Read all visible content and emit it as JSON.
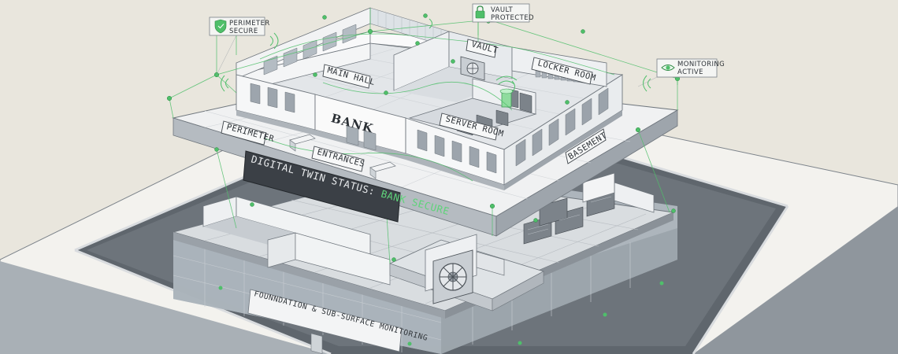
{
  "callouts": {
    "perimeter_secure": [
      "PERIMETER",
      "SECURE"
    ],
    "vault_protected": [
      "VAULT",
      "PROTECTED"
    ],
    "monitoring_active": [
      "MONITORING",
      "ACTIVE"
    ]
  },
  "rooms": {
    "main_hall": "MAIN HALL",
    "vault": "VAULT",
    "locker_room": "LOCKER ROOM",
    "server_room": "SERVER ROOM",
    "basement": "BASEMENT",
    "perimeter": "PERIMETER",
    "entrances": "ENTRANCES"
  },
  "bank_sign": "BANK",
  "status": {
    "prefix": "DIGITAL TWIN STATUS: ",
    "value": "BANK SECURE"
  },
  "foundation_label": "FOUNNDATION & SUB-SURFACE MONITORING",
  "icons": {
    "perimeter": "shield-icon",
    "vault": "lock-icon",
    "monitoring": "eye-icon"
  },
  "colors": {
    "background": "#e9e6dd",
    "accent_green": "#4fbf6a",
    "structure_grey": "#8e959c",
    "status_panel": "#3b4046"
  }
}
